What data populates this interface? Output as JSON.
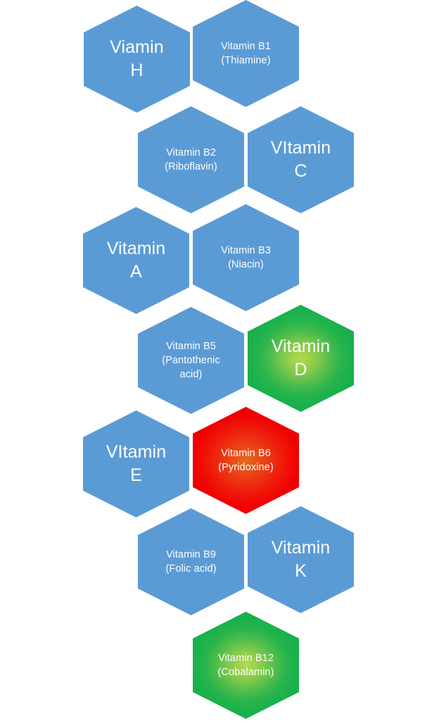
{
  "diagram": {
    "title": "Vitamins hexagon chart",
    "background_color": "#FFFFFF",
    "shape": "hexagon-pointy-top",
    "colors": {
      "blue": "#5B9BD5",
      "green_edge": "#19B04B",
      "green_glow": "#B5D94F",
      "red_edge": "#F00000",
      "red_glow": "#E86A1B",
      "label_text": "#FFFFFF"
    },
    "hexagons": [
      {
        "id": "vitamin-h",
        "label": "Viamin\nH",
        "color": "blue",
        "text_size": "large",
        "column": "left",
        "row": 1
      },
      {
        "id": "vitamin-b1",
        "label": "Vitamin B1\n(Thiamine)",
        "color": "blue",
        "text_size": "small",
        "column": "right",
        "row": 1
      },
      {
        "id": "vitamin-b2",
        "label": "Vitamin B2\n(Riboflavin)",
        "color": "blue",
        "text_size": "small",
        "column": "middle",
        "row": 2
      },
      {
        "id": "vitamin-c",
        "label": "VItamin\nC",
        "color": "blue",
        "text_size": "large",
        "column": "far-right",
        "row": 2
      },
      {
        "id": "vitamin-a",
        "label": "Vitamin\nA",
        "color": "blue",
        "text_size": "large",
        "column": "left",
        "row": 3
      },
      {
        "id": "vitamin-b3",
        "label": "Vitamin B3\n(Niacin)",
        "color": "blue",
        "text_size": "small",
        "column": "right",
        "row": 3
      },
      {
        "id": "vitamin-b5",
        "label": "Vitamin B5\n(Pantothenic\nacid)",
        "color": "blue",
        "text_size": "small",
        "column": "middle",
        "row": 4
      },
      {
        "id": "vitamin-d",
        "label": "Vitamin\nD",
        "color": "green",
        "text_size": "large",
        "column": "far-right",
        "row": 4
      },
      {
        "id": "vitamin-e",
        "label": "VItamin\nE",
        "color": "blue",
        "text_size": "large",
        "column": "left",
        "row": 5
      },
      {
        "id": "vitamin-b6",
        "label": "Vitamin B6\n(Pyridoxine)",
        "color": "red",
        "text_size": "small",
        "column": "right",
        "row": 5
      },
      {
        "id": "vitamin-b9",
        "label": "Vitamin B9\n(Folic acid)",
        "color": "blue",
        "text_size": "small",
        "column": "middle",
        "row": 6
      },
      {
        "id": "vitamin-k",
        "label": "Vitamin\nK",
        "color": "blue",
        "text_size": "large",
        "column": "far-right",
        "row": 6
      },
      {
        "id": "vitamin-b12",
        "label": "Vitamin B12\n(Cobalamin)",
        "color": "green",
        "text_size": "small",
        "column": "middle",
        "row": 7
      }
    ]
  }
}
